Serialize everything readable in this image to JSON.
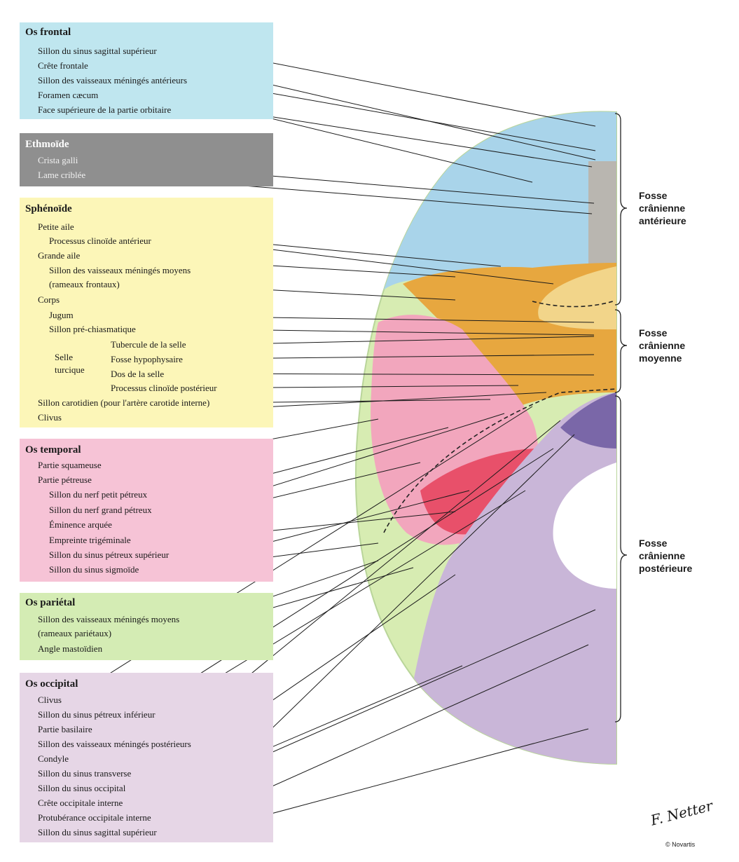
{
  "colors": {
    "frontal": "#bfe6ef",
    "ethmoid": "#8f8f8f",
    "sphenoid": "#fcf6b8",
    "temporal": "#f6c3d6",
    "parietal": "#d4ecb4",
    "occipital": "#e6d6e6"
  },
  "groups": [
    {
      "title": "Os frontal",
      "labels": [
        "Sillon du sinus sagittal supérieur",
        "Crête frontale",
        "Sillon des vaisseaux méningés antérieurs",
        "Foramen cæcum",
        "Face supérieure de la partie orbitaire"
      ]
    },
    {
      "title": "Ethmoïde",
      "labels": [
        "Crista galli",
        "Lame criblée"
      ]
    },
    {
      "title": "Sphénoïde",
      "labels": [
        "Petite aile",
        "Processus clinoïde antérieur",
        "Grande aile",
        "Sillon des vaisseaux méningés moyens",
        "(rameaux frontaux)",
        "Corps",
        "Jugum",
        "Sillon pré-chiasmatique",
        "Tubercule de la selle",
        "Fosse hypophysaire",
        "Dos de la selle",
        "Processus clinoïde postérieur",
        "Sillon carotidien (pour l'artère carotide interne)",
        "Clivus"
      ],
      "selle_label_1": "Selle",
      "selle_label_2": "turcique"
    },
    {
      "title": "Os temporal",
      "labels": [
        "Partie squameuse",
        "Partie pétreuse",
        "Sillon du nerf petit pétreux",
        "Sillon du nerf grand pétreux",
        "Éminence arquée",
        "Empreinte trigéminale",
        "Sillon du sinus pétreux supérieur",
        "Sillon du sinus sigmoïde"
      ]
    },
    {
      "title": "Os pariétal",
      "labels": [
        "Sillon des vaisseaux méningés moyens",
        "(rameaux pariétaux)",
        "Angle mastoïdien"
      ]
    },
    {
      "title": "Os occipital",
      "labels": [
        "Clivus",
        "Sillon du sinus pétreux inférieur",
        "Partie basilaire",
        "Sillon des vaisseaux méningés postérieurs",
        "Condyle",
        "Sillon du sinus transverse",
        "Sillon du sinus occipital",
        "Crête occipitale interne",
        "Protubérance occipitale interne",
        "Sillon du sinus sagittal supérieur"
      ]
    }
  ],
  "fossae": [
    [
      "Fosse",
      "crânienne",
      "antérieure"
    ],
    [
      "Fosse",
      "crânienne",
      "moyenne"
    ],
    [
      "Fosse",
      "crânienne",
      "postérieure"
    ]
  ],
  "signature": "F. Netter",
  "copyright": "© Novartis"
}
